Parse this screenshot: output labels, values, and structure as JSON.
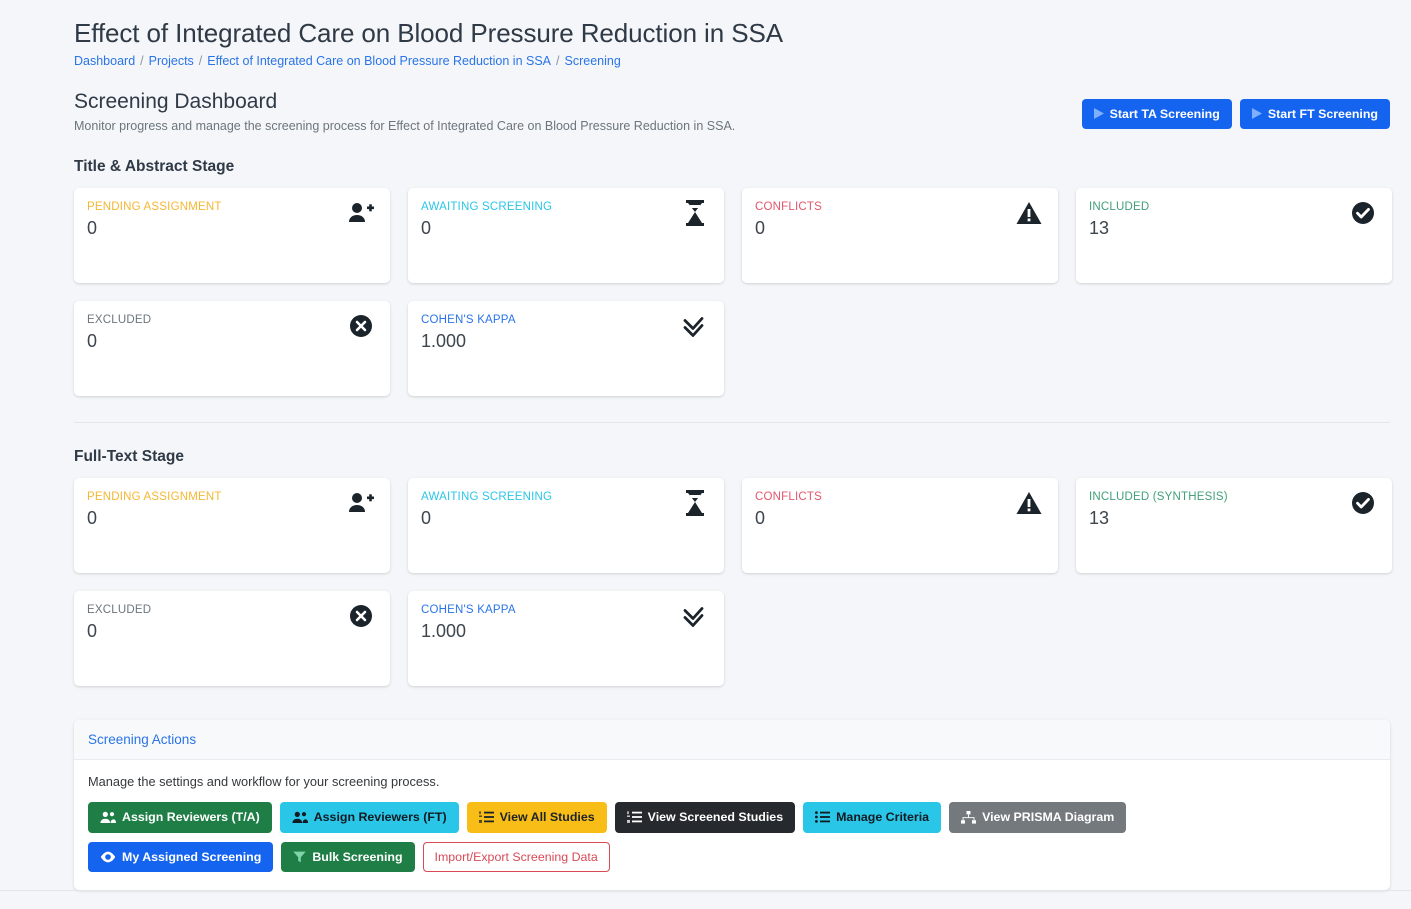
{
  "header": {
    "project_title": "Effect of Integrated Care on Blood Pressure Reduction in SSA",
    "breadcrumb": [
      {
        "label": "Dashboard"
      },
      {
        "label": "Projects"
      },
      {
        "label": "Effect of Integrated Care on Blood Pressure Reduction in SSA"
      },
      {
        "label": "Screening"
      }
    ],
    "breadcrumb_separator": "/",
    "dashboard_title": "Screening Dashboard",
    "dashboard_subtitle": "Monitor progress and manage the screening process for Effect of Integrated Care on Blood Pressure Reduction in SSA.",
    "actions": [
      {
        "label": "Start TA Screening",
        "icon": "play-icon",
        "color": "#1464f0"
      },
      {
        "label": "Start FT Screening",
        "icon": "play-icon",
        "color": "#1464f0"
      }
    ]
  },
  "ta_stage": {
    "title": "Title & Abstract Stage",
    "cards": [
      {
        "label": "PENDING ASSIGNMENT",
        "value": "0",
        "icon": "user-plus-icon",
        "color": "#f5b731"
      },
      {
        "label": "AWAITING SCREENING",
        "value": "0",
        "icon": "hourglass-icon",
        "color": "#2ac6e8"
      },
      {
        "label": "CONFLICTS",
        "value": "0",
        "icon": "warning-triangle-icon",
        "color": "#e2566a"
      },
      {
        "label": "INCLUDED",
        "value": "13",
        "icon": "check-circle-icon",
        "color": "#41a07a"
      },
      {
        "label": "EXCLUDED",
        "value": "0",
        "icon": "x-circle-icon",
        "color": "#6c757d"
      },
      {
        "label": "COHEN'S KAPPA",
        "value": "1.000",
        "icon": "double-check-icon",
        "color": "#2a74e8"
      }
    ]
  },
  "ft_stage": {
    "title": "Full-Text Stage",
    "cards": [
      {
        "label": "PENDING ASSIGNMENT",
        "value": "0",
        "icon": "user-plus-icon",
        "color": "#f5b731"
      },
      {
        "label": "AWAITING SCREENING",
        "value": "0",
        "icon": "hourglass-icon",
        "color": "#2ac6e8"
      },
      {
        "label": "CONFLICTS",
        "value": "0",
        "icon": "warning-triangle-icon",
        "color": "#e2566a"
      },
      {
        "label": "INCLUDED (SYNTHESIS)",
        "value": "13",
        "icon": "check-circle-icon",
        "color": "#41a07a"
      },
      {
        "label": "EXCLUDED",
        "value": "0",
        "icon": "x-circle-icon",
        "color": "#6c757d"
      },
      {
        "label": "COHEN'S KAPPA",
        "value": "1.000",
        "icon": "double-check-icon",
        "color": "#2a74e8"
      }
    ]
  },
  "screening_actions": {
    "title": "Screening Actions",
    "description": "Manage the settings and workflow for your screening process.",
    "row1": [
      {
        "label": "Assign Reviewers (T/A)",
        "icon": "users-icon",
        "color": "#1e7e46"
      },
      {
        "label": "Assign Reviewers (FT)",
        "icon": "users-icon",
        "color": "#2ac6e8"
      },
      {
        "label": "View All Studies",
        "icon": "list-ol-icon",
        "color": "#f9bd18"
      },
      {
        "label": "View Screened Studies",
        "icon": "list-ol-icon",
        "color": "#26292d"
      },
      {
        "label": "Manage Criteria",
        "icon": "list-ul-icon",
        "color": "#2ac6e8"
      },
      {
        "label": "View PRISMA Diagram",
        "icon": "sitemap-icon",
        "color": "#74797e"
      }
    ],
    "row2": [
      {
        "label": "My Assigned Screening",
        "icon": "eye-icon",
        "color": "#1464f0"
      },
      {
        "label": "Bulk Screening",
        "icon": "filter-icon",
        "color": "#1e7e46"
      },
      {
        "label": "Import/Export Screening Data",
        "icon": "none",
        "color": "#d84a56"
      }
    ]
  }
}
